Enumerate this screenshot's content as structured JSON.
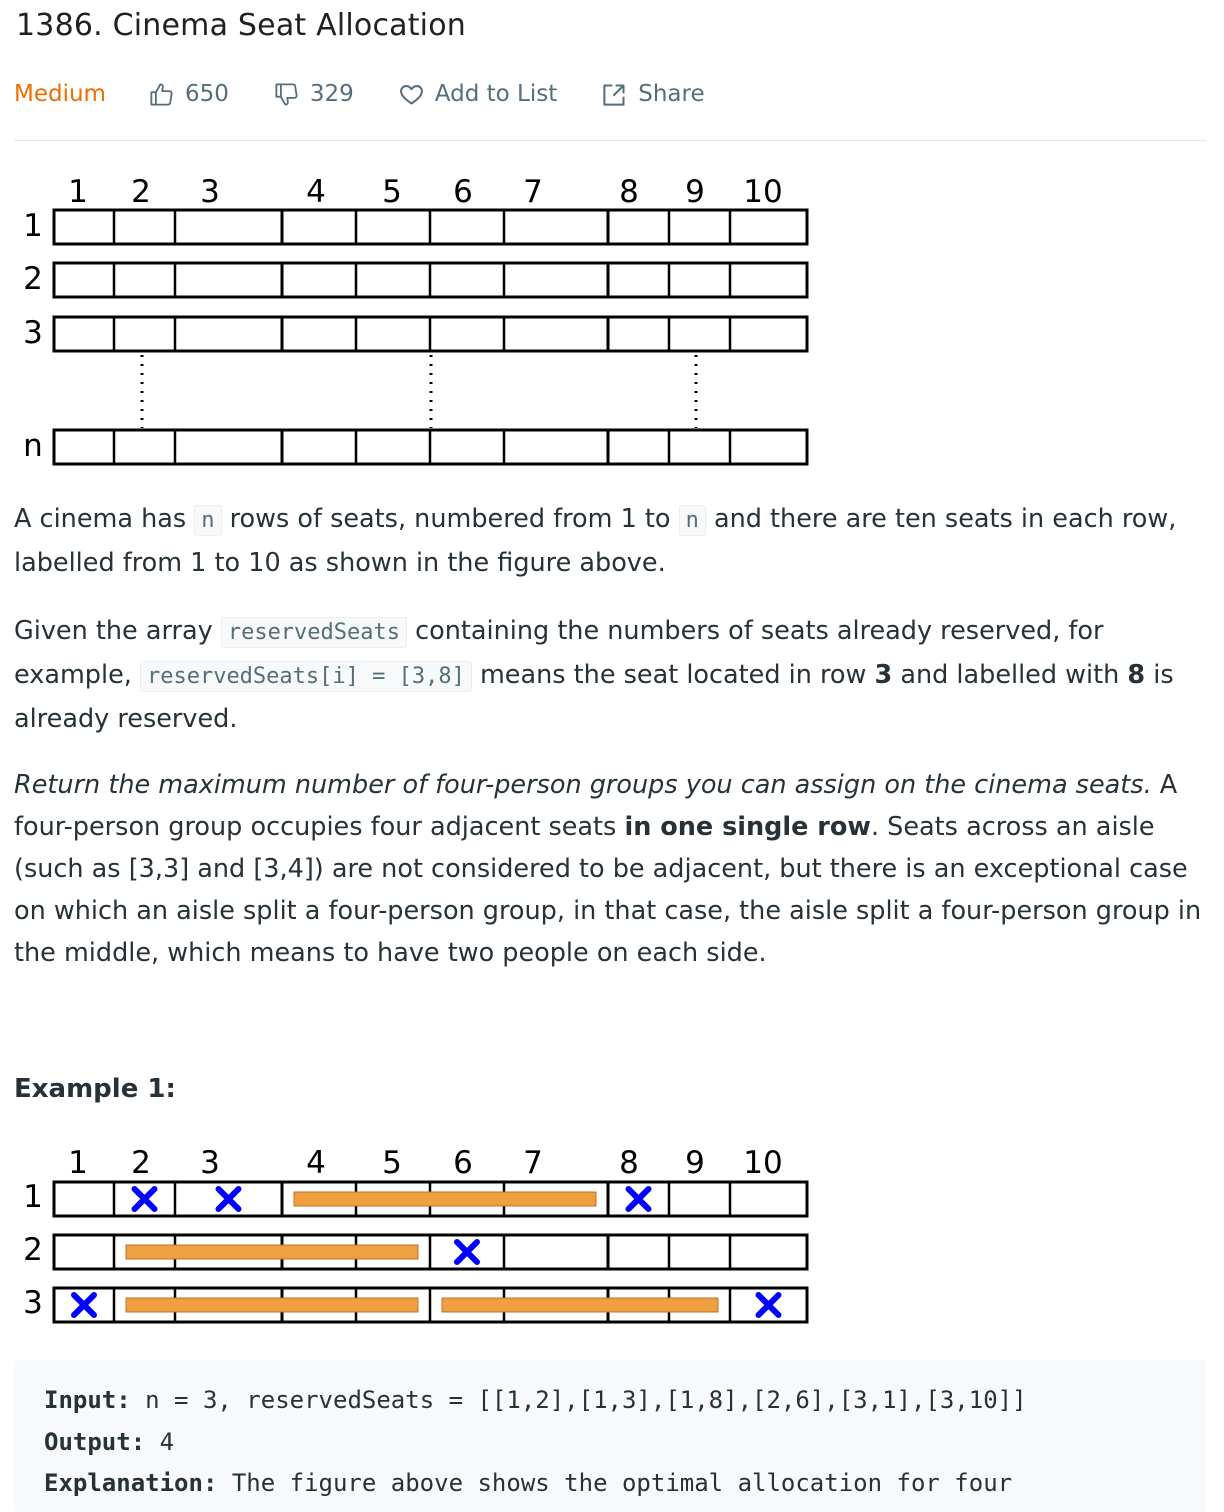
{
  "problem": {
    "title": "1386. Cinema Seat Allocation",
    "difficulty": "Medium",
    "likes": "650",
    "dislikes": "329",
    "add_to_list": "Add to List",
    "share": "Share"
  },
  "figure1": {
    "column_labels": [
      "1",
      "2",
      "3",
      "4",
      "5",
      "6",
      "7",
      "8",
      "9",
      "10"
    ],
    "row_labels": [
      "1",
      "2",
      "3",
      "n"
    ]
  },
  "description": {
    "p1_a": "A cinema has ",
    "p1_code1": "n",
    "p1_b": " rows of seats, numbered from 1 to ",
    "p1_code2": "n",
    "p1_c": " and there are ten seats in each row, labelled from 1 to 10 as shown in the figure above.",
    "p2_a": "Given the array ",
    "p2_code1": "reservedSeats",
    "p2_b": " containing the numbers of seats already reserved, for example, ",
    "p2_code2": "reservedSeats[i] = [3,8]",
    "p2_c": " means the seat located in row ",
    "p2_bold1": "3",
    "p2_d": " and labelled with ",
    "p2_bold2": "8",
    "p2_e": " is already reserved.",
    "p3_italic": "Return the maximum number of four-person groups you can assign on the cinema seats.",
    "p3_a": " A four-person group occupies four adjacent seats ",
    "p3_bold": "in one single row",
    "p3_b": ". Seats across an aisle (such as [3,3] and [3,4]) are not considered to be adjacent, but there is an exceptional case on which an aisle split a four-person group, in that case, the aisle split a four-person group in the middle, which means to have two people on each side."
  },
  "example1": {
    "title": "Example 1:",
    "column_labels": [
      "1",
      "2",
      "3",
      "4",
      "5",
      "6",
      "7",
      "8",
      "9",
      "10"
    ],
    "row_labels": [
      "1",
      "2",
      "3"
    ],
    "reserved": [
      [
        1,
        2
      ],
      [
        1,
        3
      ],
      [
        1,
        8
      ],
      [
        2,
        6
      ],
      [
        3,
        1
      ],
      [
        3,
        10
      ]
    ],
    "groups": [
      [
        1,
        4,
        7
      ],
      [
        2,
        2,
        5
      ],
      [
        3,
        2,
        5
      ],
      [
        3,
        6,
        9
      ]
    ],
    "colors": {
      "reserved_mark": "#0000ff",
      "group_bar": "#f0a040"
    },
    "input_label": "Input:",
    "input_value": " n = 3, reservedSeats = [[1,2],[1,3],[1,8],[2,6],[3,1],[3,10]]",
    "output_label": "Output:",
    "output_value": " 4",
    "explanation_label": "Explanation:",
    "explanation_value": " The figure above shows the optimal allocation for four"
  },
  "colors": {
    "difficulty": "#ef6c00",
    "text": "#263238",
    "muted": "#546e7a"
  }
}
